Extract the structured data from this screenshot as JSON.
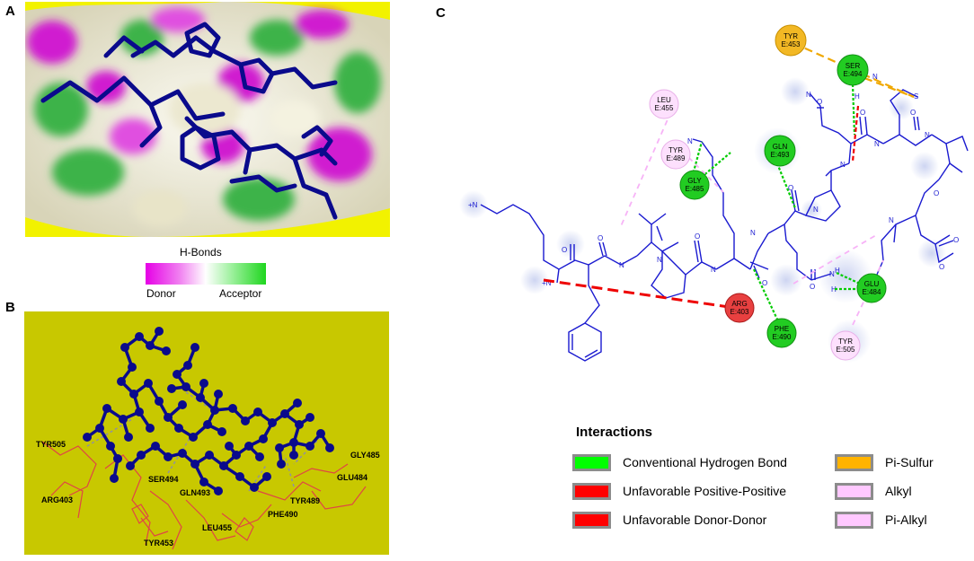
{
  "panels": {
    "a": "A",
    "b": "B",
    "c": "C"
  },
  "hbond": {
    "title": "H-Bonds",
    "donor": "Donor",
    "acceptor": "Acceptor"
  },
  "panel_b_labels": [
    "TYR505",
    "ARG403",
    "SER494",
    "GLN493",
    "TYR453",
    "LEU455",
    "PHE490",
    "TYR489",
    "GLY485",
    "GLU484"
  ],
  "residues": [
    {
      "name": "TYR",
      "chain": "E:453",
      "type": "pi-sulfur"
    },
    {
      "name": "SER",
      "chain": "E:494",
      "type": "hbond"
    },
    {
      "name": "LEU",
      "chain": "E:455",
      "type": "alkyl"
    },
    {
      "name": "TYR",
      "chain": "E:489",
      "type": "alkyl"
    },
    {
      "name": "GLN",
      "chain": "E:493",
      "type": "hbond"
    },
    {
      "name": "GLY",
      "chain": "E:485",
      "type": "hbond"
    },
    {
      "name": "ARG",
      "chain": "E:403",
      "type": "unfavorable"
    },
    {
      "name": "PHE",
      "chain": "E:490",
      "type": "hbond"
    },
    {
      "name": "GLU",
      "chain": "E:484",
      "type": "hbond"
    },
    {
      "name": "TYR",
      "chain": "E:505",
      "type": "alkyl"
    }
  ],
  "legend": {
    "title": "Interactions",
    "items": [
      {
        "label": "Conventional Hydrogen Bond",
        "color": "#00ff00"
      },
      {
        "label": "Unfavorable Positive-Positive",
        "color": "#ff0000"
      },
      {
        "label": "Unfavorable Donor-Donor",
        "color": "#ff0000"
      },
      {
        "label": "Pi-Sulfur",
        "color": "#ffb300"
      },
      {
        "label": "Alkyl",
        "color": "#ffc8ff"
      },
      {
        "label": "Pi-Alkyl",
        "color": "#ffc8ff"
      }
    ]
  },
  "colors": {
    "ligand": "#0a0a8c",
    "surface_green": "#3cb54a",
    "surface_magenta": "#d81fd8",
    "surface_cream": "#e8e4c8",
    "background_yellow": "#f0f000",
    "panel_b_bg": "#c8c800",
    "protein_lines": "#e05050"
  }
}
